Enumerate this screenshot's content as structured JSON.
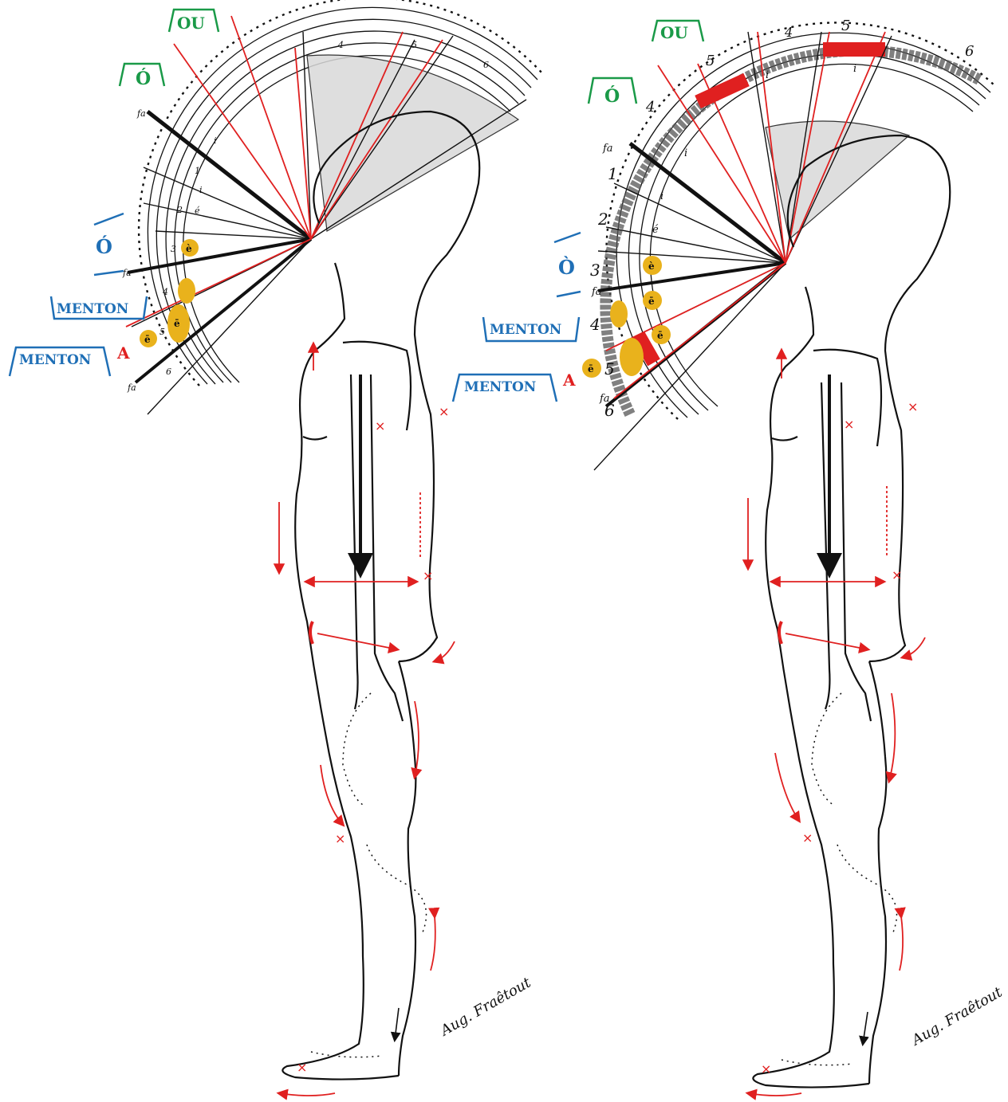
{
  "colors": {
    "green": "#1a9a48",
    "blue": "#1f6fb6",
    "red": "#e02020",
    "yellow": "#e9b21c",
    "ink": "#111111"
  },
  "left_panel": {
    "label_ou": "OU",
    "label_o_green": "Ó",
    "label_o_blue": "Ó",
    "label_menton_upper": "MENTON",
    "label_menton_lower": "MENTON",
    "label_a": "A",
    "numbers": [
      "1",
      "2",
      "3",
      "4",
      "5",
      "6"
    ],
    "top_numbers": [
      "4",
      "5",
      "6"
    ],
    "fa_labels": [
      "fa",
      "fa",
      "fa"
    ],
    "vowels_i": [
      "i",
      "i"
    ],
    "vowel_e_acute": "é",
    "badge_vowels": [
      "è",
      "ē",
      "ē"
    ],
    "signature": "Aug. Fraêtout"
  },
  "right_panel": {
    "label_ou": "OU",
    "label_o_green": "Ó",
    "label_o_blue": "Ò",
    "label_menton_upper": "MENTON",
    "label_menton_lower": "MENTON",
    "label_a": "A",
    "numbers": [
      "1",
      "2",
      "3",
      "4",
      "5",
      "6"
    ],
    "top_numbers": [
      "4",
      "5",
      "5",
      "6"
    ],
    "fa_labels": [
      "fa",
      "fa",
      "fa"
    ],
    "vowels_i": [
      "i",
      "i",
      "i",
      "i"
    ],
    "vowel_e_acute": "é",
    "badge_vowels": [
      "è",
      "ē",
      "ē",
      "ē"
    ],
    "signature": "Aug. Fraêtout"
  },
  "x_mark": "×"
}
